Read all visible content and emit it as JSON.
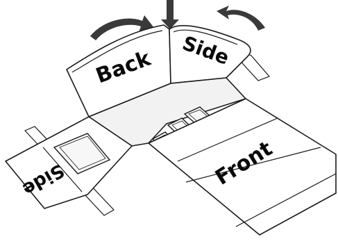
{
  "labels": {
    "back": "Back",
    "side_top": "Side",
    "front": "Front",
    "side_left": "Side"
  }
}
